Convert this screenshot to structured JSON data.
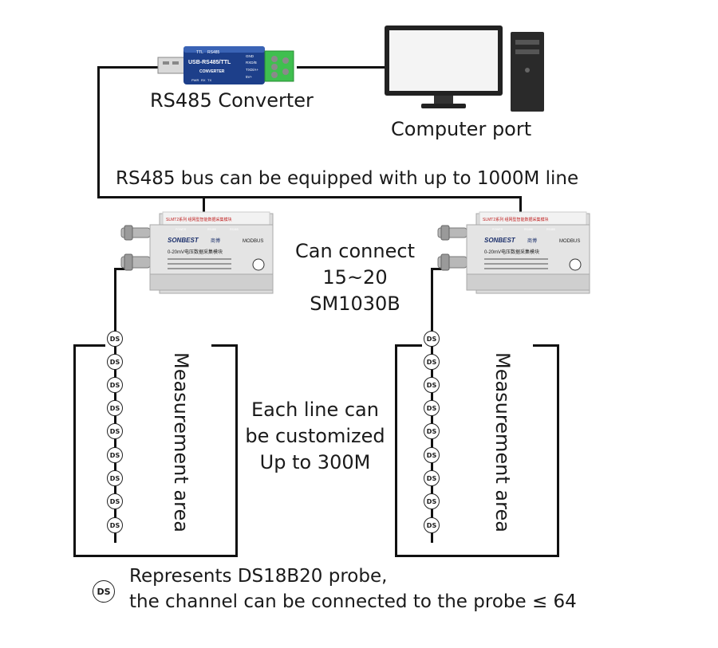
{
  "converter": {
    "name": "RS485 Converter",
    "device_text": {
      "ttl": "TTL",
      "rs485": "RS485",
      "model": "USB-RS485/TTL",
      "converter": "CONVERTER",
      "pins": [
        "GND",
        "RXD/B",
        "TXD/A+",
        "5V+"
      ],
      "lights": [
        "PWR",
        "RX",
        "TX"
      ]
    }
  },
  "computer": {
    "name": "Computer port"
  },
  "bus": {
    "label": "RS485 bus can be equipped with up to 1000M line"
  },
  "modules": {
    "series": "SLMT2系列 组网型智能数据采集模块",
    "brand": "SONBEST",
    "brand_cn": "商博",
    "protocol": "MODBUS",
    "title": "0-20mV电压数据采集模块",
    "leds": [
      "POWER",
      "RS485",
      "RS485"
    ]
  },
  "capacity": {
    "line1": "Can connect",
    "line2": "15~20",
    "line3": "SM1030B"
  },
  "line_note": {
    "line1": "Each line can",
    "line2": "be customized",
    "line3": "Up to 300M"
  },
  "areas": {
    "left": "Measurement area",
    "right": "Measurement area"
  },
  "probe": {
    "symbol": "DS"
  },
  "legend": {
    "symbol": "DS",
    "line1": "Represents DS18B20 probe,",
    "line2": "the channel can be connected to the probe ≤ 64"
  }
}
